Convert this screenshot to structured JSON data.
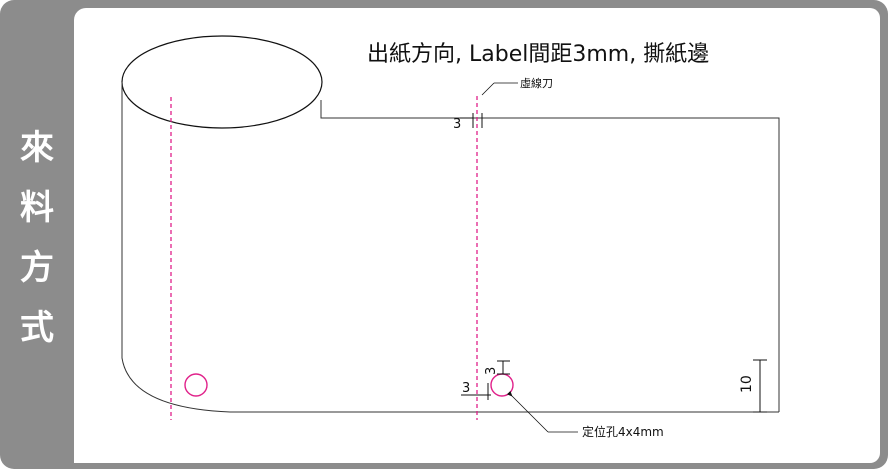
{
  "side_title": [
    "來",
    "料",
    "方",
    "式"
  ],
  "title": "出紙方向, Label間距3mm, 撕紙邊",
  "labels": {
    "cut_line": "虛線刀",
    "hole": "定位孔4x4mm",
    "gap_top": "3",
    "hole_vertical": "3",
    "hole_horizontal": "3",
    "edge_margin": "10"
  },
  "colors": {
    "frame": "#8c8c8c",
    "accent": "#e0218a",
    "line": "#333333"
  }
}
